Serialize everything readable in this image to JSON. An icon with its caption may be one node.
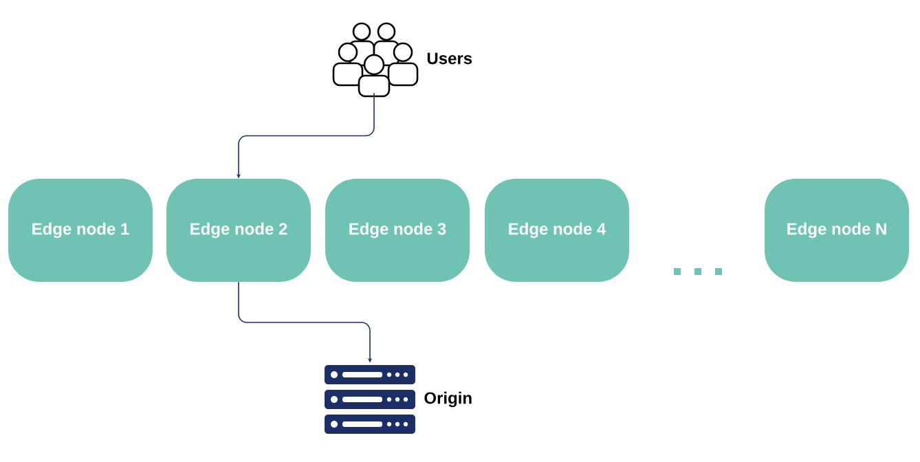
{
  "diagram": {
    "nodes": [
      {
        "text": [],
        "shape": "person",
        "beside": [
          "Users"
        ]
      },
      {
        "text": [
          "Edge node 1"
        ]
      },
      {
        "text": [
          "Edge node 2"
        ]
      },
      {
        "text": [
          "Edge node 3"
        ]
      },
      {
        "text": [
          "Edge node 4"
        ]
      },
      {
        "text": [
          "Edge node N"
        ]
      },
      {
        "text": [],
        "shape": "server",
        "beside": [
          "Origin"
        ]
      }
    ],
    "edges": [
      {
        "from": 0,
        "to": 2,
        "arrow": "to"
      },
      {
        "from": 2,
        "to": 6,
        "arrow": "to"
      }
    ]
  }
}
